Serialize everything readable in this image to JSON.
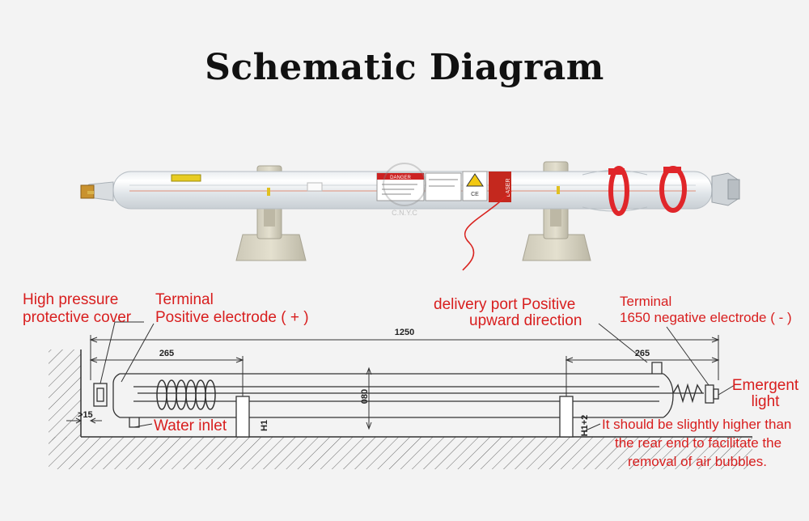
{
  "title": "Schematic Diagram",
  "labels": {
    "cover_line1": "High pressure",
    "cover_line2": "protective cover",
    "terminal_pos_line1": "Terminal",
    "terminal_pos_line2": "Positive electrode ( + )",
    "delivery_line1": "delivery port Positive",
    "delivery_line2": "upward direction",
    "terminal_neg_line1": "Terminal",
    "terminal_neg_line2": "1650 negative electrode ( - )",
    "emergent_line1": "Emergent",
    "emergent_line2": "light",
    "water_inlet": "Water inlet",
    "note_line1": "It should be slightly higher than",
    "note_line2": "the rear end to facilitate the",
    "note_line3": "removal of air bubbles."
  },
  "dimensions": {
    "total_length": "1250",
    "left_span": "265",
    "right_span": "265",
    "diameter": "080",
    "offset_left": "15",
    "height_left": "H1",
    "height_right": "H1+2"
  },
  "photo_labels": {
    "danger": "DANGER",
    "laser": "LASER",
    "watermark": "C.N.Y.C"
  }
}
